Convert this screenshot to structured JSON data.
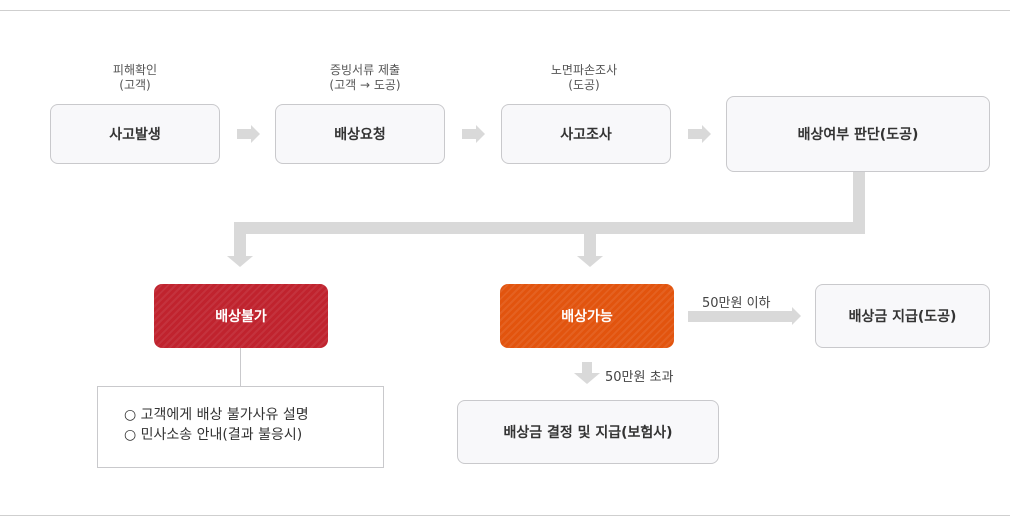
{
  "steps": [
    {
      "caption": [
        "피해확인",
        "(고객)"
      ],
      "label": "사고발생"
    },
    {
      "caption": [
        "증빙서류 제출",
        "(고객 → 도공)"
      ],
      "label": "배상요청"
    },
    {
      "caption": [
        "노면파손조사",
        "(도공)"
      ],
      "label": "사고조사"
    },
    {
      "caption": [],
      "label": "배상여부 판단(도공)"
    }
  ],
  "outcomes": {
    "denied": "배상불가",
    "approved": "배상가능"
  },
  "branches": {
    "under_label": "50만원 이하",
    "under_result": "배상금 지급(도공)",
    "over_label": "50만원 초과",
    "over_result": "배상금 결정 및 지급(보험사)"
  },
  "notes": [
    "○ 고객에게 배상 불가사유 설명",
    "○ 민사소송 안내(결과 불응시)"
  ],
  "colors": {
    "denied": "#c0232e",
    "approved": "#e2540e",
    "connector": "#d9d9d9"
  }
}
